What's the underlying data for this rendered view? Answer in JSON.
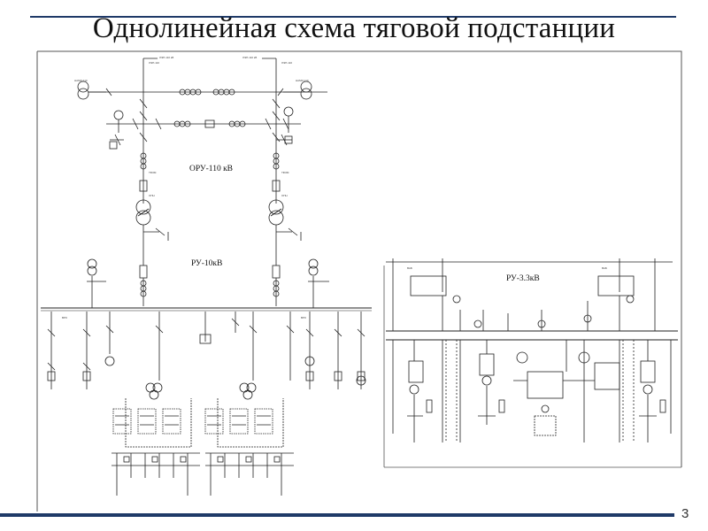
{
  "slide": {
    "title": "Однолинейная схема тяговой подстанции",
    "page_number": "3"
  },
  "diagram": {
    "sections": {
      "oru": "ОРУ-110 кВ",
      "ru10": "РУ-10кВ",
      "ru33": "РУ-3.3кВ"
    },
    "feeders_110": {
      "left": "ЛЭП-110 кВ",
      "right": "ЛЭП-110 кВ"
    }
  }
}
